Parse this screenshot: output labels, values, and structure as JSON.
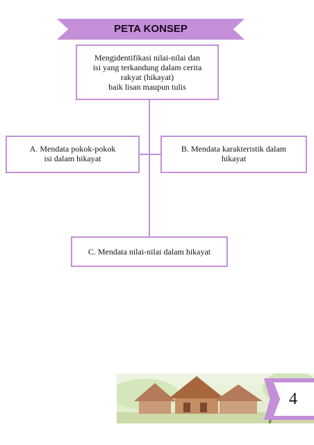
{
  "header": {
    "title": "PETA KONSEP"
  },
  "diagram": {
    "main_node": "Mengidentifikasi nilai-nilai dan\nisi yang terkandung dalam cerita\nrakyat (hikayat)\nbaik lisan maupun tulis",
    "node_a": "A. Mendata pokok-pokok\nisi dalam hikayat",
    "node_b": "B. Mendata karakteristik dalam\nhikayat",
    "node_c": "C. Mendata nilai-nilai dalam hikayat"
  },
  "footer": {
    "page_number": "4"
  },
  "colors": {
    "accent": "#c48fd8",
    "text": "#111111"
  }
}
